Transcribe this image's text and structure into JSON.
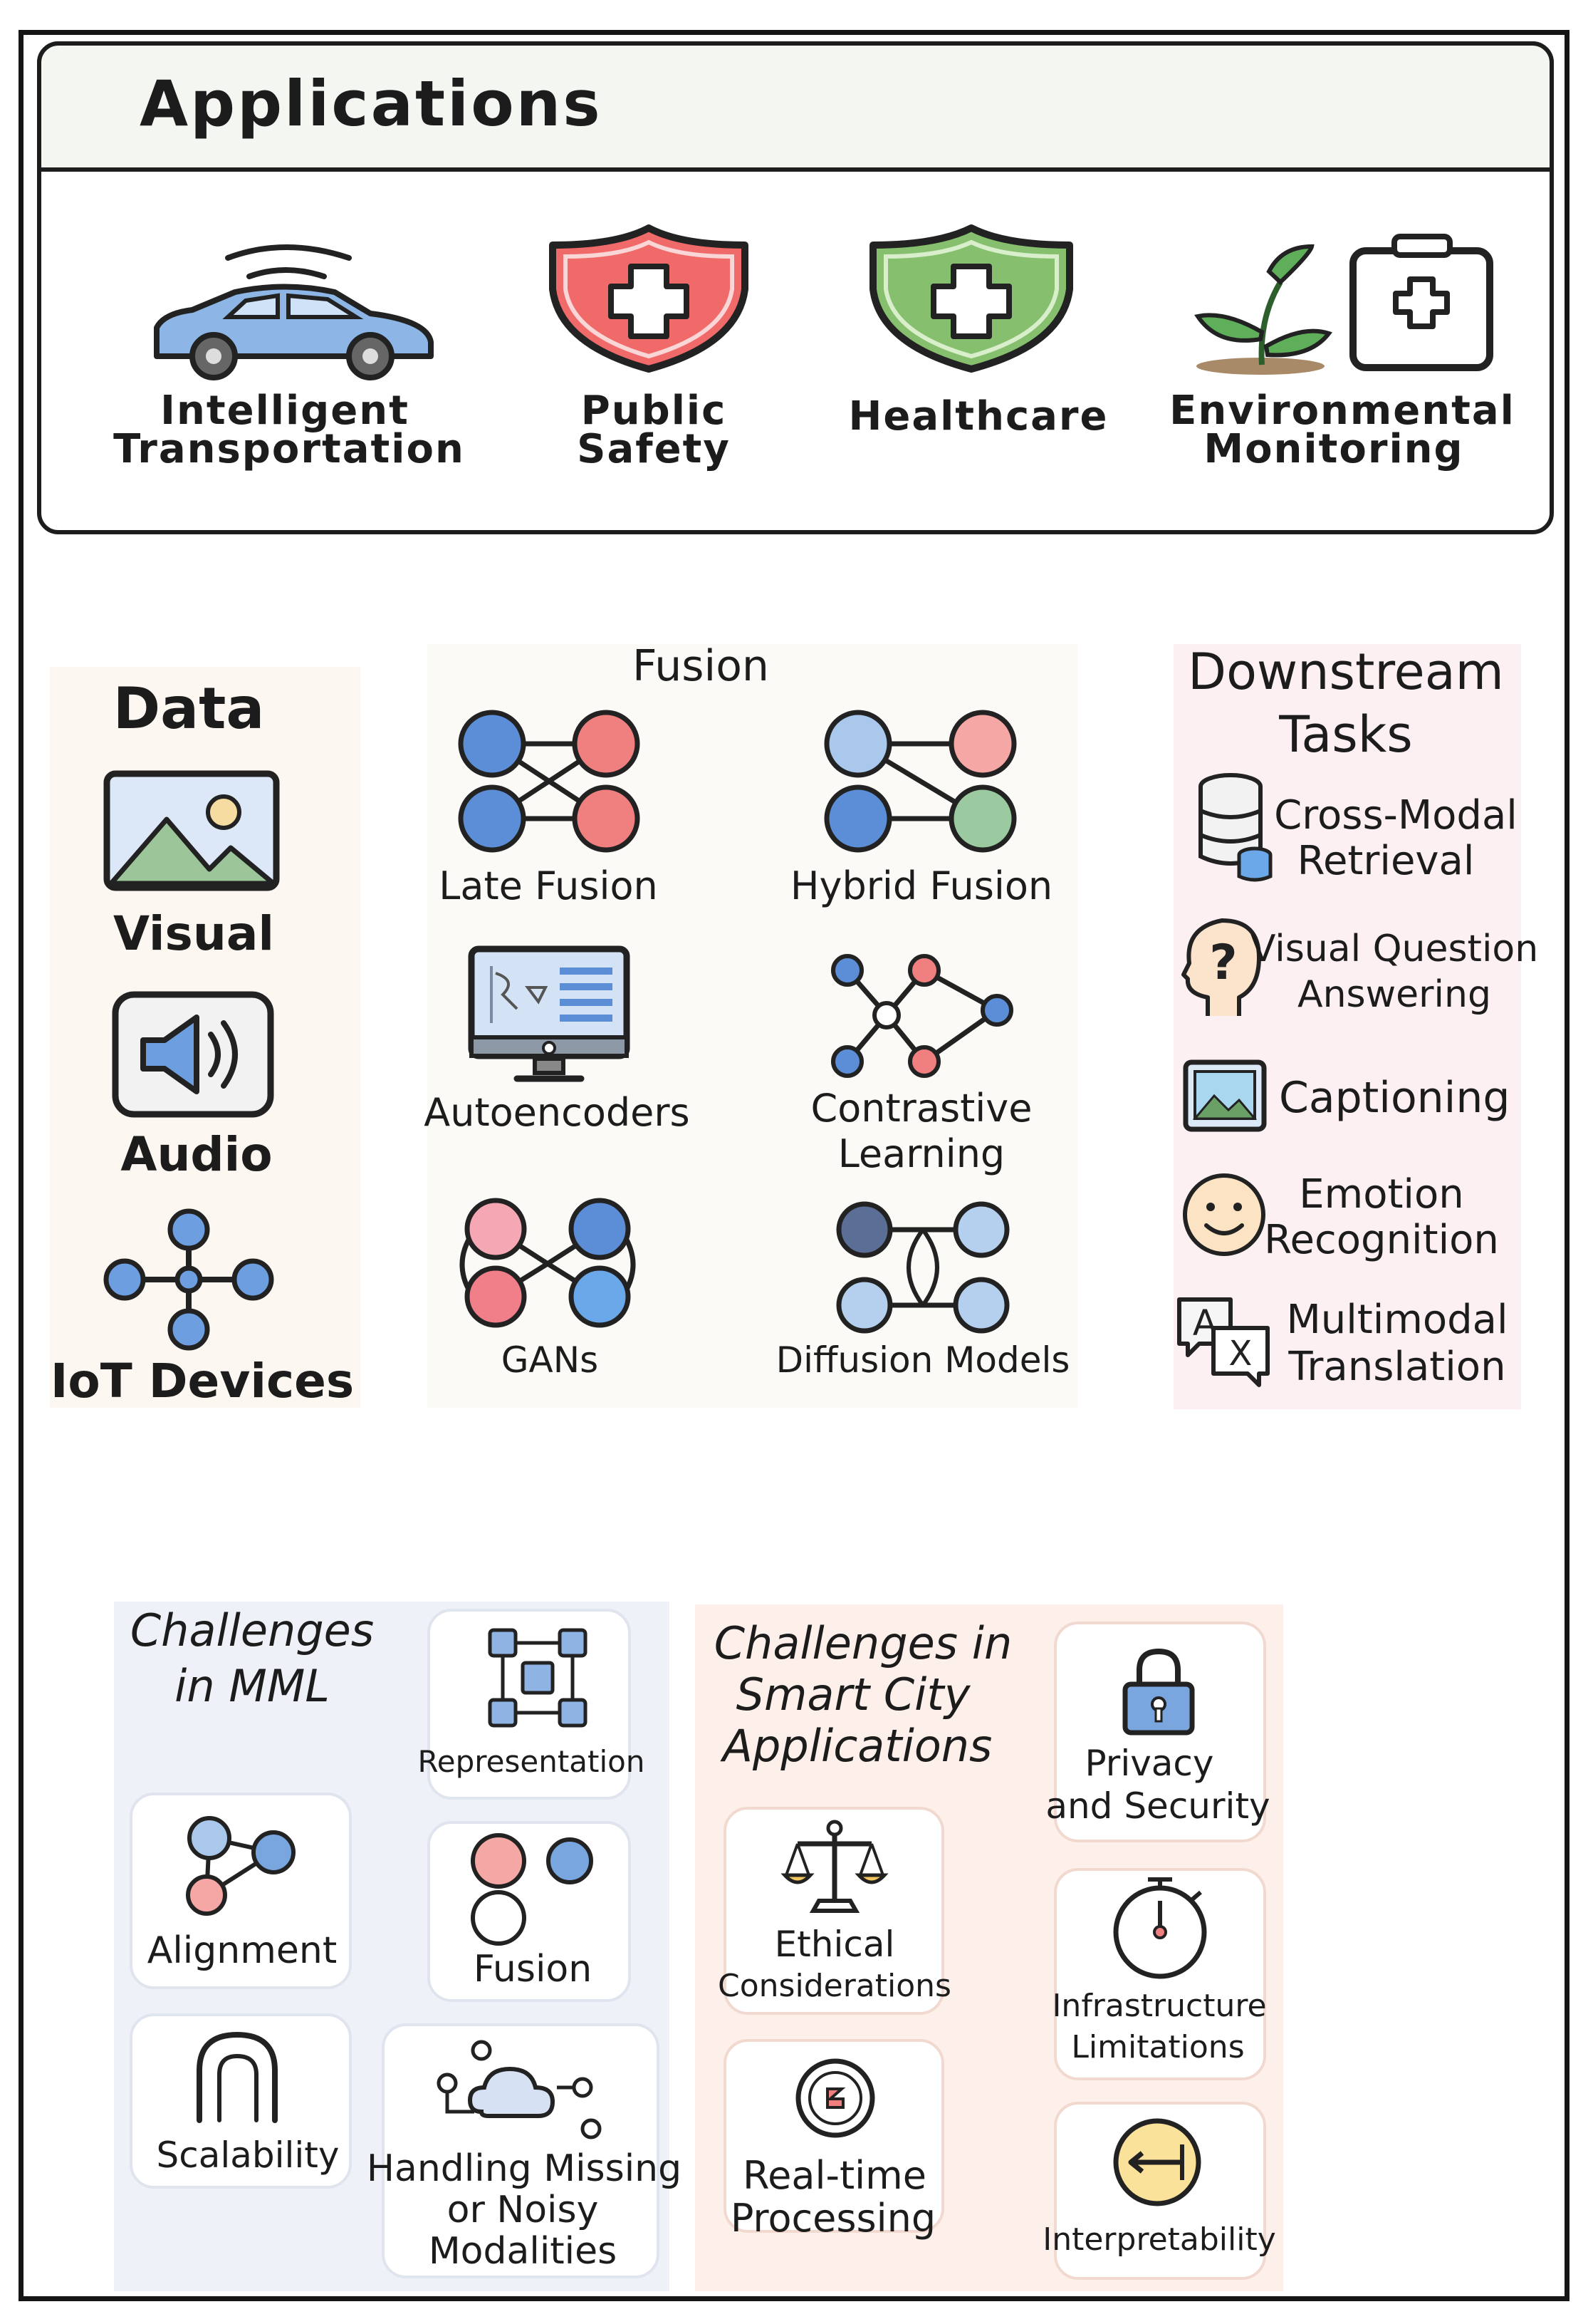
{
  "applications": {
    "title": "Applications",
    "items": [
      {
        "line1": "Intelligent",
        "line2": "Transportation",
        "icon": "car-icon"
      },
      {
        "line1": "Public",
        "line2": "Safety",
        "icon": "red-shield-cross-icon"
      },
      {
        "line1": "Healthcare",
        "line2": "",
        "icon": "green-shield-cross-icon"
      },
      {
        "line1": "Environmental",
        "line2": "Monitoring",
        "icon": "plant-and-medical-kit-icon"
      }
    ]
  },
  "data": {
    "title": "Data",
    "items": [
      {
        "label": "Visual",
        "icon": "image-icon"
      },
      {
        "label": "Audio",
        "icon": "speaker-icon"
      },
      {
        "label": "IoT Devices",
        "icon": "network-nodes-icon"
      }
    ]
  },
  "fusion": {
    "title": "Fusion",
    "items": [
      {
        "line1": "Late Fusion",
        "line2": ""
      },
      {
        "line1": "Hybrid Fusion",
        "line2": ""
      },
      {
        "line1": "Autoencoders",
        "line2": ""
      },
      {
        "line1": "Contrastive",
        "line2": "Learning"
      },
      {
        "line1": "GANs",
        "line2": ""
      },
      {
        "line1": "Diffusion Models",
        "line2": ""
      }
    ]
  },
  "downstream": {
    "title_line1": "Downstream",
    "title_line2": "Tasks",
    "items": [
      {
        "line1": "Cross-Modal",
        "line2": "Retrieval",
        "icon": "database-icon"
      },
      {
        "line1": "Visual Question",
        "line2": "Answering",
        "icon": "question-head-icon"
      },
      {
        "line1": "Captioning",
        "line2": "",
        "icon": "picture-icon"
      },
      {
        "line1": "Emotion",
        "line2": "Recognition",
        "icon": "smiley-icon"
      },
      {
        "line1": "Multimodal",
        "line2": "Translation",
        "icon": "translate-icon"
      }
    ]
  },
  "mml": {
    "title_line1": "Challenges",
    "title_line2": "in MML",
    "cards": [
      {
        "line1": "Representation",
        "line2": "",
        "line3": ""
      },
      {
        "line1": "Alignment",
        "line2": "",
        "line3": ""
      },
      {
        "line1": "Fusion",
        "line2": "",
        "line3": ""
      },
      {
        "line1": "Scalability",
        "line2": "",
        "line3": ""
      },
      {
        "line1": "Handling Missing",
        "line2": "or Noisy",
        "line3": "Modalities"
      }
    ]
  },
  "smart_city": {
    "title_line1": "Challenges in",
    "title_line2": "Smart City",
    "title_line3": "Applications",
    "cards": [
      {
        "line1": "Privacy",
        "line2": "and Security"
      },
      {
        "line1": "Ethical",
        "line2": "Considerations"
      },
      {
        "line1": "Infrastructure",
        "line2": "Limitations"
      },
      {
        "line1": "Real-time",
        "line2": "Processing"
      },
      {
        "line1": "Interpretability",
        "line2": ""
      }
    ]
  },
  "colors": {
    "blue_node": "#5b8ed6",
    "red_node": "#f07f80",
    "green_node": "#8fc79a",
    "light_blue": "#a9c8ec",
    "data_panel": "#fdf7f1",
    "fusion_panel": "#fbfaf6",
    "tasks_panel": "#fdf0f2",
    "mml_panel": "#eef2f8",
    "city_panel": "#fdf0ea"
  }
}
